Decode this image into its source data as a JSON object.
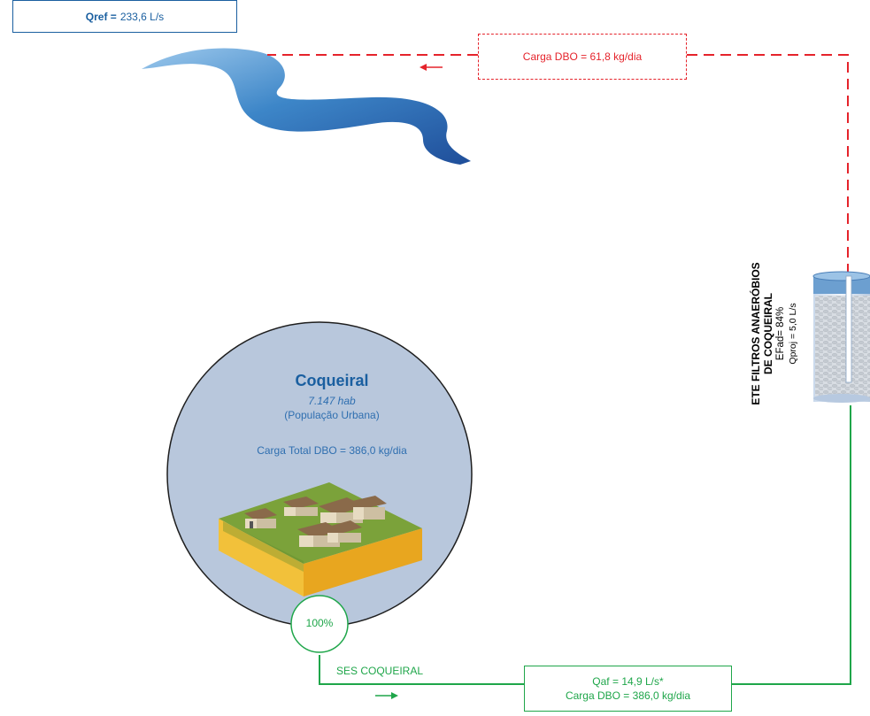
{
  "river": {
    "flow_label": "Qref =",
    "flow_value": "233,6 L/s",
    "discharge_load": "Carga DBO = 61,8 kg/dia"
  },
  "city": {
    "name": "Coqueiral",
    "population": "7.147 hab",
    "population_type": "(População Urbana)",
    "total_load": "Carga Total DBO = 386,0 kg/dia",
    "collection_percent": "100%"
  },
  "sewer_system": {
    "name": "SES COQUEIRAL",
    "flow": "Qaf = 14,9 L/s*",
    "load": "Carga DBO = 386,0 kg/dia"
  },
  "treatment_plant": {
    "title_line1": "ETE FILTROS ANAERÓBIOS",
    "title_line2": "DE COQUEIRAL",
    "efficiency": "EFad= 84%",
    "design_flow": "Qproj = 5,0 L/s"
  },
  "colors": {
    "treated_effluent": "#e5232b",
    "raw_sewage": "#1fa64a",
    "city_fill": "#b8c7dc",
    "river": "#2c6fb6",
    "text_blue": "#1a5fa0"
  }
}
